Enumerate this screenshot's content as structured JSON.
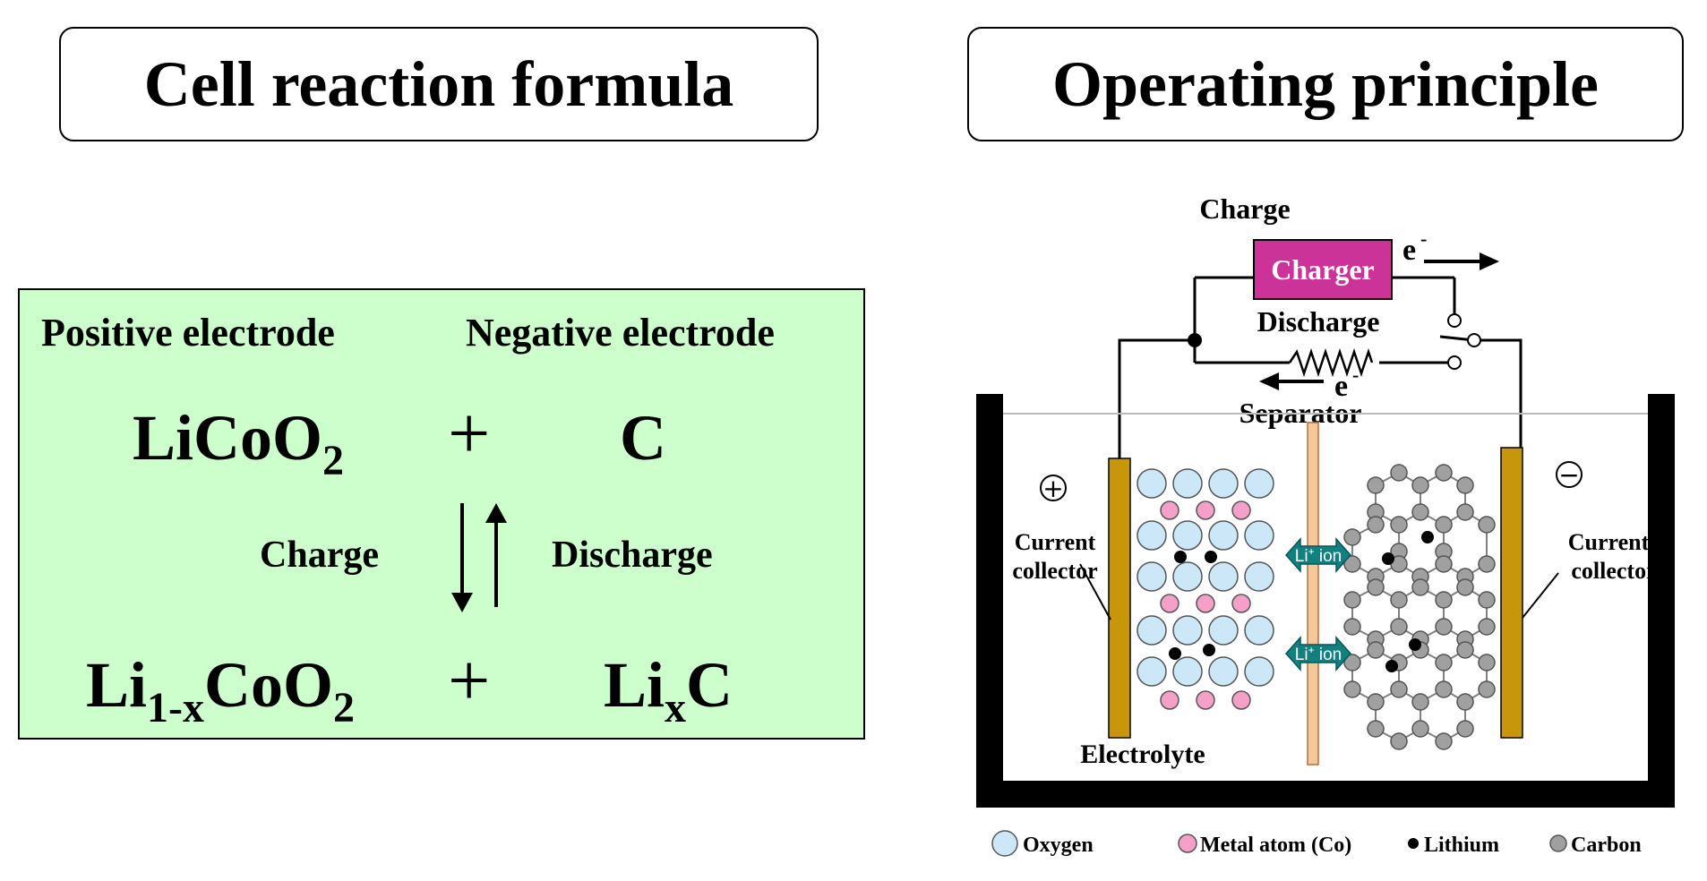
{
  "titles": {
    "left": "Cell reaction formula",
    "right": "Operating principle"
  },
  "formula": {
    "positive_label": "Positive electrode",
    "negative_label": "Negative electrode",
    "reactant_positive": {
      "base": "LiCoO",
      "sub": "2"
    },
    "reactant_negative": "C",
    "plus": "+",
    "charge_label": "Charge",
    "discharge_label": "Discharge",
    "product_positive": {
      "part1": "Li",
      "sub1": "1-x",
      "part2": "CoO",
      "sub2": "2"
    },
    "product_negative": {
      "base": "Li",
      "sub": "x",
      "tail": "C"
    }
  },
  "diagram": {
    "charge_label": "Charge",
    "charger_label": "Charger",
    "electron_label": "e",
    "electron_sup": "-",
    "discharge_label": "Discharge",
    "separator_label": "Separator",
    "positive_sign": "+",
    "negative_sign": "−",
    "current_collector_line1": "Current",
    "current_collector_line2": "collector",
    "li_ion_prefix": "Li",
    "li_ion_sup": "+",
    "li_ion_suffix": " ion",
    "electrolyte_label": "Electrolyte",
    "colors": {
      "charger": "#cc3399",
      "collector": "#c8960a",
      "separator": "#f5c89a",
      "oxygen": "#cce8f8",
      "metal": "#f4a0c8",
      "lithium": "#000000",
      "carbon": "#a0a0a0",
      "li_arrow": "#108080",
      "panel": "#ccffcc"
    }
  },
  "legend": [
    {
      "name": "Oxygen"
    },
    {
      "name": "Metal atom (Co)"
    },
    {
      "name": "Lithium"
    },
    {
      "name": "Carbon"
    }
  ]
}
